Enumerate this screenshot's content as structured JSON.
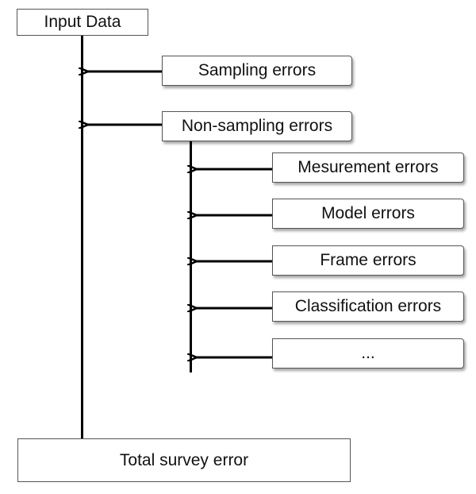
{
  "diagram": {
    "input": "Input Data",
    "sampling": "Sampling errors",
    "non_sampling": "Non-sampling errors",
    "sub_errors": [
      "Mesurement errors",
      "Model errors",
      "Frame errors",
      "Classification errors",
      "..."
    ],
    "total": "Total survey error"
  }
}
